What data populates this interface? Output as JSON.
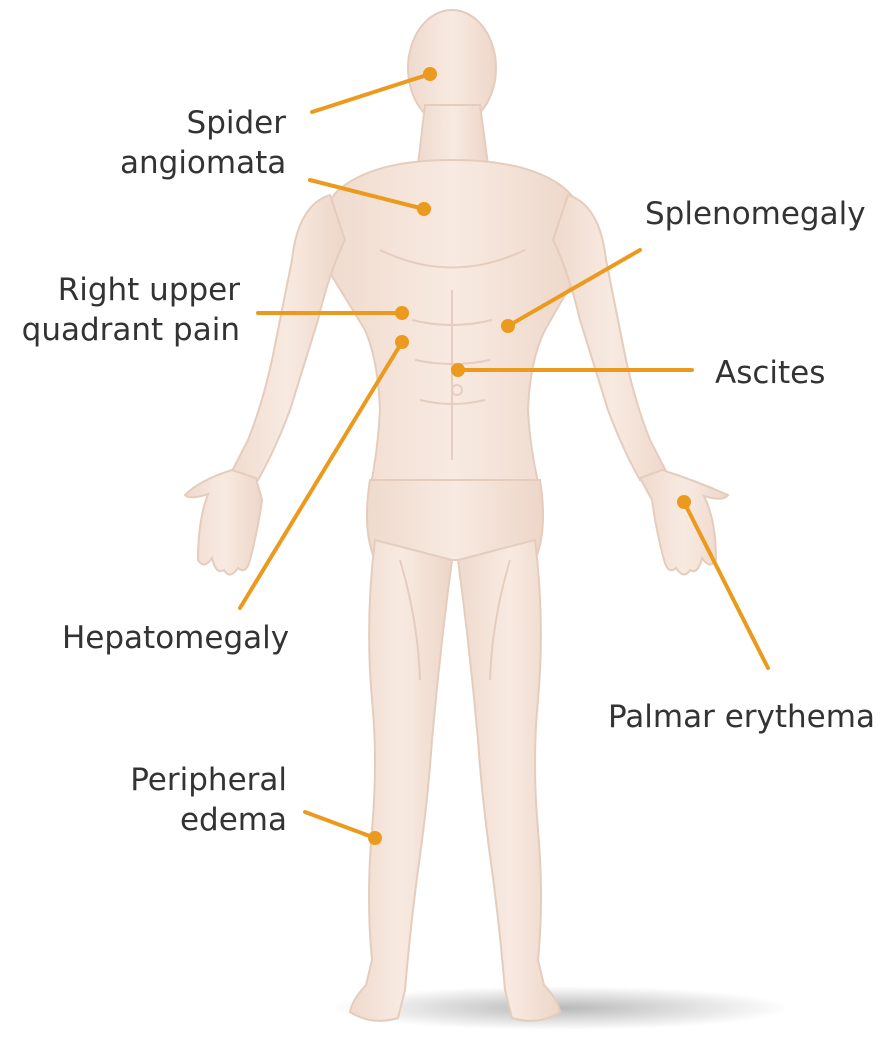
{
  "labels": {
    "spider_angiomata": [
      "Spider",
      "angiomata"
    ],
    "splenomegaly": [
      "Splenomegaly"
    ],
    "right_upper_quadrant_pain": [
      "Right upper",
      "quadrant pain"
    ],
    "ascites": [
      "Ascites"
    ],
    "hepatomegaly": [
      "Hepatomegaly"
    ],
    "palmar_erythema": [
      "Palmar erythema"
    ],
    "peripheral_edema": [
      "Peripheral",
      "edema"
    ]
  },
  "colors": {
    "accent": "#EC9A1E",
    "skin": "#F6E6DC",
    "skin_shade": "#EAD3C5",
    "text": "#333333"
  }
}
